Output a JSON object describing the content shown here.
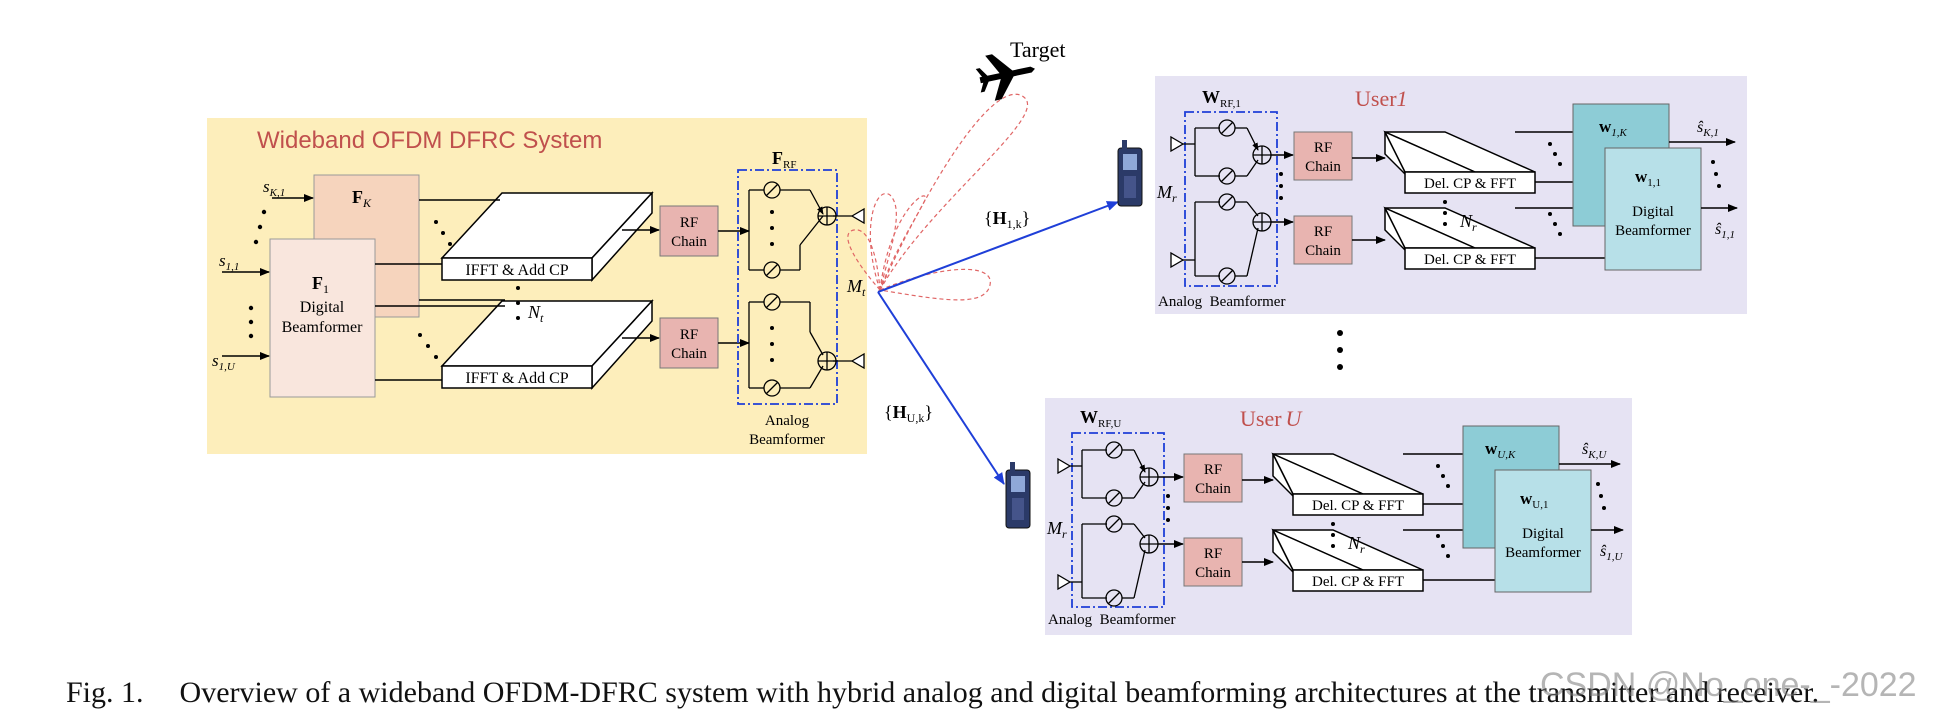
{
  "colors": {
    "tx_panel": "#fdeebb",
    "rx_panel": "#e6e3f3",
    "digital_bf": "#f9e6dd",
    "fk_block": "#f6d4bd",
    "rf_chain": "#e8b4b0",
    "rx_w_back": "#8dccd6",
    "rx_w_front": "#b7e0e8",
    "user_title": "#c0504d",
    "link": "#1f3fd8",
    "beam": "#e06666",
    "analog_box": "#1f3fd8"
  },
  "transmitter": {
    "title": "Wideband OFDM DFRC System",
    "frf": "F",
    "frf_sub": "RF",
    "fk": "F",
    "fk_sub": "K",
    "f1": "F",
    "f1_sub": "1",
    "digital_beamformer": [
      "Digital",
      "Beamformer"
    ],
    "s_k1": "s",
    "s_k1_sub": "K,1",
    "s_11": "s",
    "s_11_sub": "1,1",
    "s_1u": "s",
    "s_1u_sub": "1,U",
    "ifft_label": "IFFT & Add CP",
    "nt": "N",
    "nt_sub": "t",
    "mt": "M",
    "mt_sub": "t",
    "rf_chain": [
      "RF",
      "Chain"
    ],
    "analog_beamformer": [
      "Analog",
      "Beamformer"
    ]
  },
  "target_label": "Target",
  "channel_1": {
    "open": "{",
    "h": "H",
    "sub": "1,k",
    "close": "}"
  },
  "channel_u": {
    "open": "{",
    "h": "H",
    "sub": "U,k",
    "close": "}"
  },
  "user1": {
    "title": "User",
    "title_sym": "1",
    "wrf": "W",
    "wrf_sub": "RF,1",
    "mr": "M",
    "mr_sub": "r",
    "nr": "N",
    "nr_sub": "r",
    "rf_chain": [
      "RF",
      "Chain"
    ],
    "del_label": "Del. CP & FFT",
    "w_back": "w",
    "w_back_sub": "1,K",
    "w_front": "w",
    "w_front_sub": "1,1",
    "digital_beamformer": [
      "Digital",
      "Beamformer"
    ],
    "out_k": "ŝ",
    "out_k_sub": "K,1",
    "out_1": "ŝ",
    "out_1_sub": "1,1",
    "analog_beamformer": "Analog  Beamformer"
  },
  "userU": {
    "title": "User",
    "title_sym": "U",
    "wrf": "W",
    "wrf_sub": "RF,U",
    "mr": "M",
    "mr_sub": "r",
    "nr": "N",
    "nr_sub": "r",
    "rf_chain": [
      "RF",
      "Chain"
    ],
    "del_label": "Del. CP & FFT",
    "w_back": "w",
    "w_back_sub": "U,K",
    "w_front": "w",
    "w_front_sub": "U,1",
    "digital_beamformer": [
      "Digital",
      "Beamformer"
    ],
    "out_k": "ŝ",
    "out_k_sub": "K,U",
    "out_1": "ŝ",
    "out_1_sub": "1,U",
    "analog_beamformer": "Analog  Beamformer"
  },
  "caption": {
    "label": "Fig. 1.",
    "text": "Overview of a wideband OFDM-DFRC system with hybrid analog and digital beamforming architectures at the transmitter and receiver."
  },
  "watermark": "CSDN @No_one-_-2022"
}
